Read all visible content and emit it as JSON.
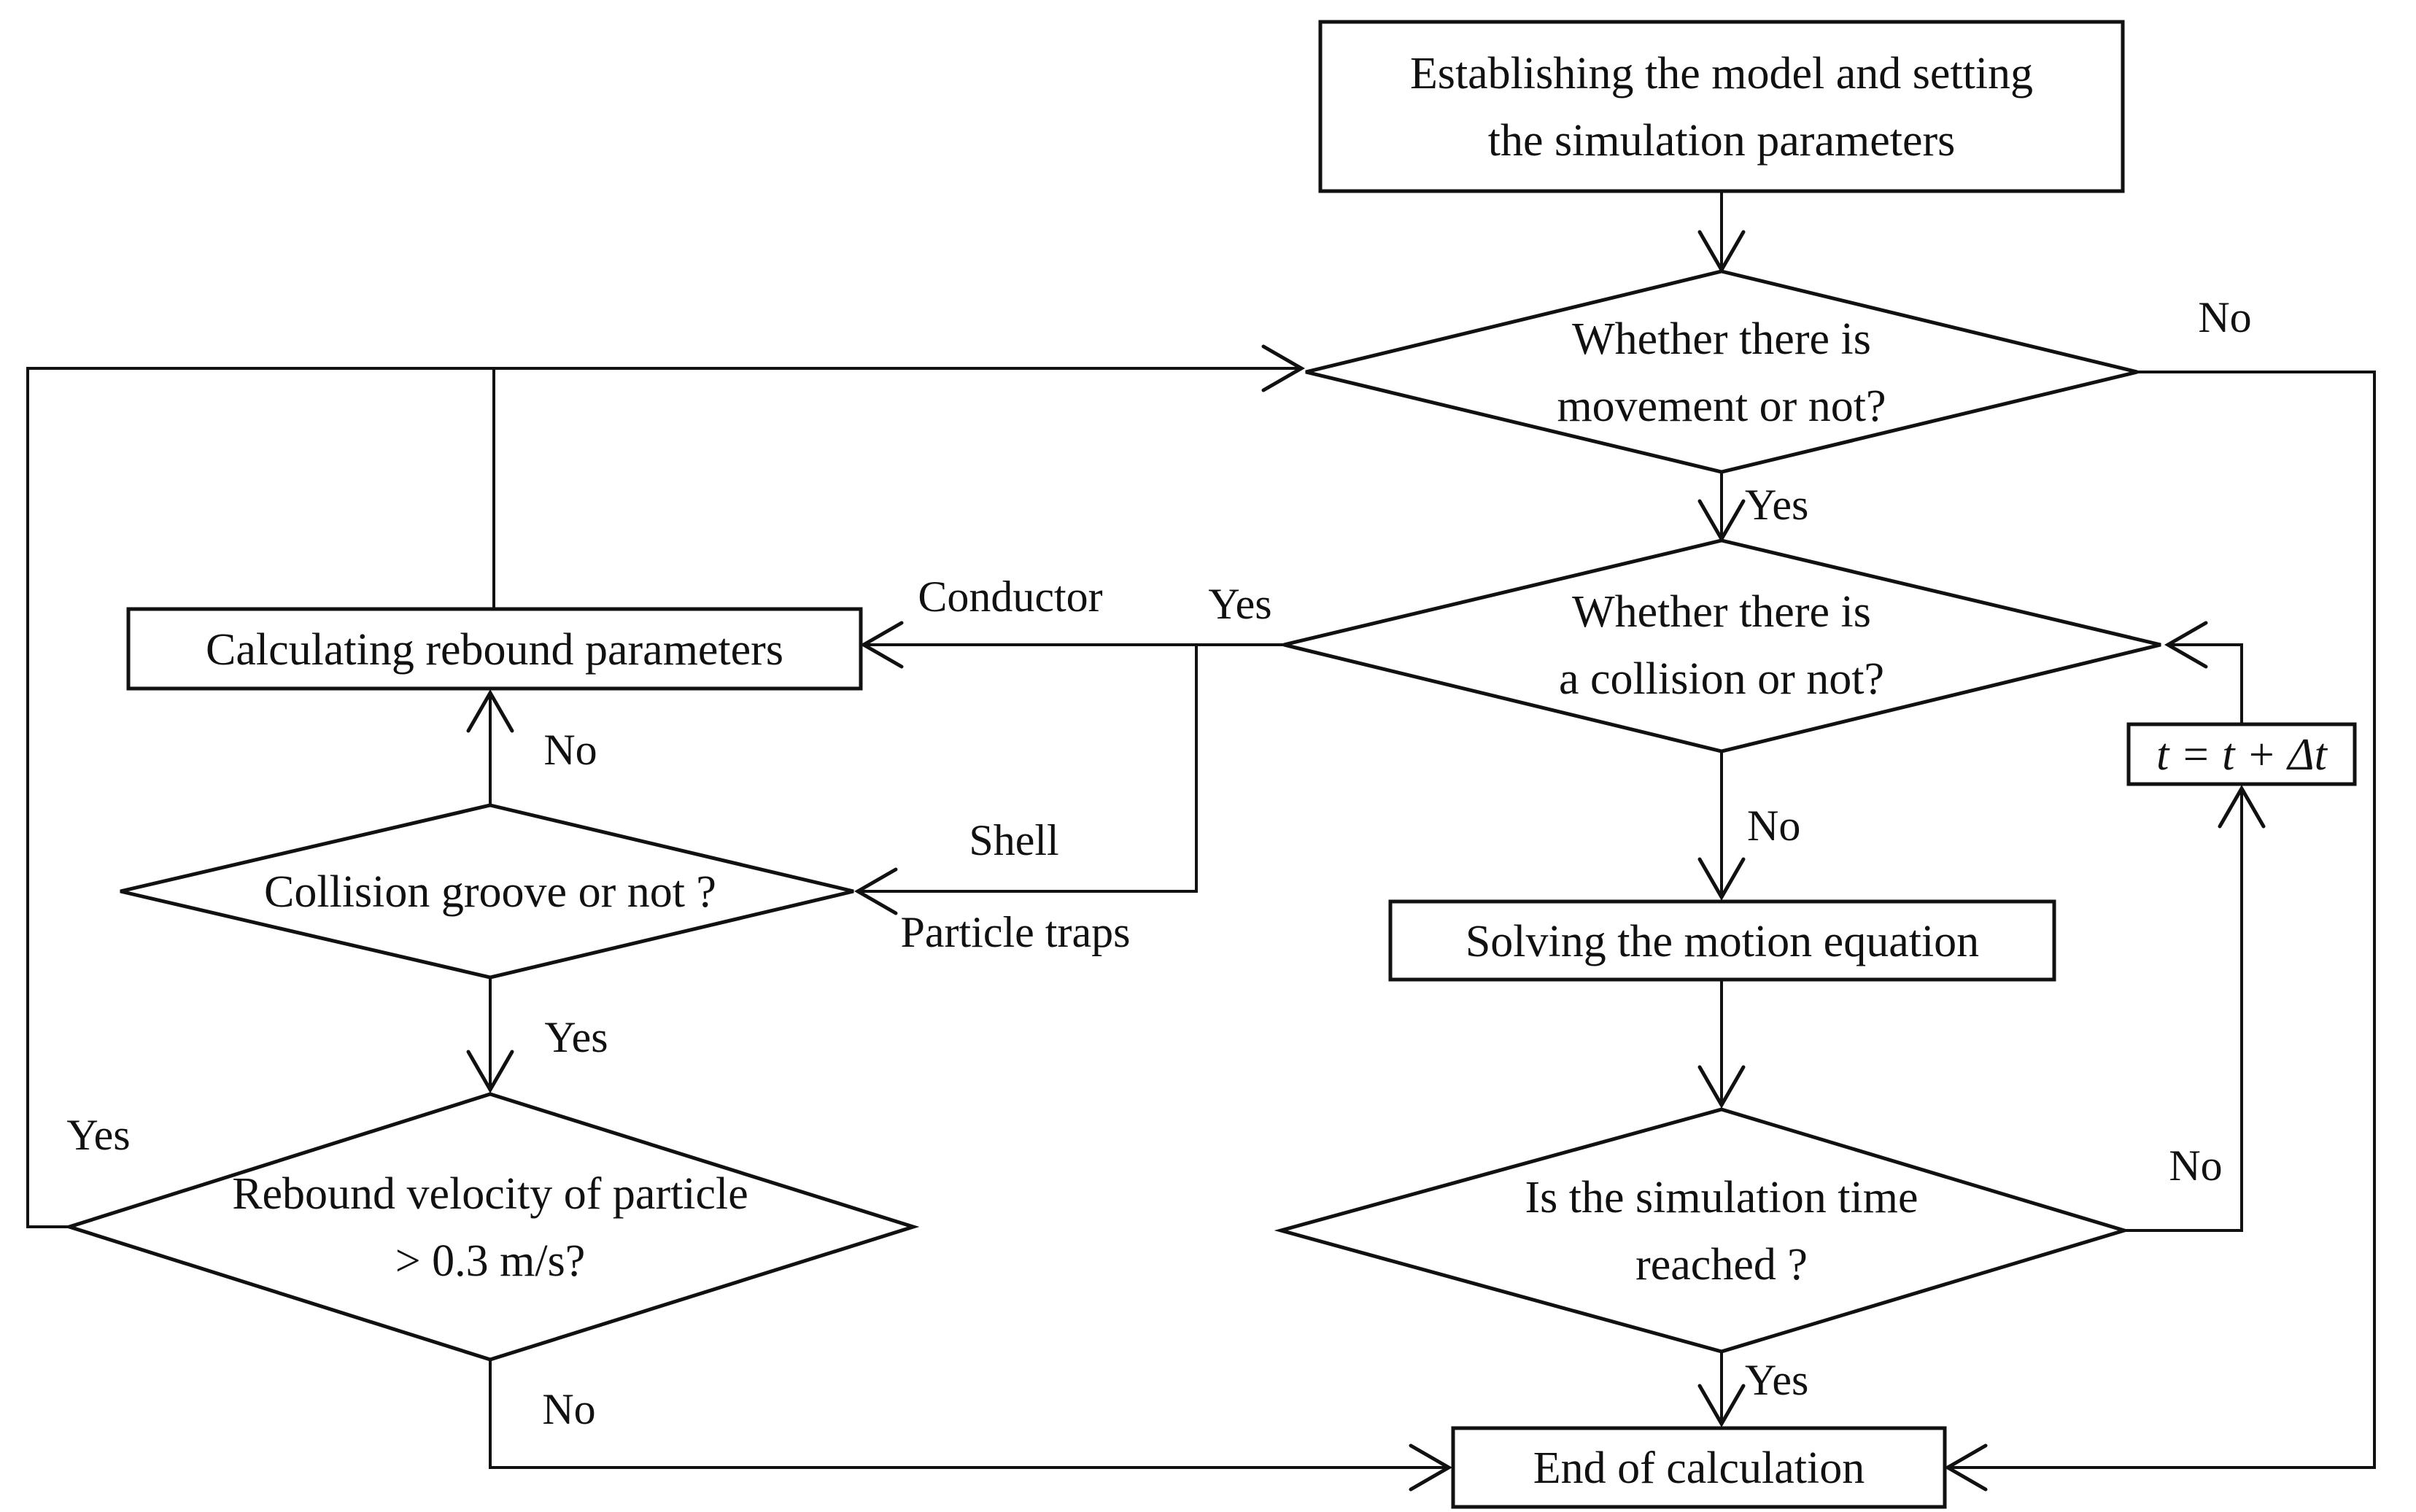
{
  "diagram": {
    "background_color": "#ffffff",
    "line_color": "#111111",
    "nodes": {
      "establish_model": {
        "type": "process",
        "lines": [
          "Establishing the model and setting",
          "the simulation parameters"
        ]
      },
      "movement_check": {
        "type": "decision",
        "lines": [
          "Whether there is",
          "movement or not?"
        ]
      },
      "collision_check": {
        "type": "decision",
        "lines": [
          "Whether there is",
          "a collision or not?"
        ]
      },
      "rebound_parameters": {
        "type": "process",
        "lines": [
          "Calculating rebound parameters"
        ]
      },
      "collision_groove_check": {
        "type": "decision",
        "lines": [
          "Collision groove or not ?"
        ]
      },
      "rebound_velocity_check": {
        "type": "decision",
        "lines": [
          "Rebound velocity of particle",
          "> 0.3 m/s?"
        ]
      },
      "solve_motion": {
        "type": "process",
        "lines": [
          "Solving the motion equation"
        ]
      },
      "time_reached_check": {
        "type": "decision",
        "lines": [
          "Is the simulation time",
          "reached ?"
        ]
      },
      "time_increment": {
        "type": "process",
        "lines": [
          "t = t + Δt"
        ]
      },
      "end_calculation": {
        "type": "process",
        "lines": [
          "End of calculation"
        ]
      }
    },
    "edge_labels": {
      "movement_no": "No",
      "movement_yes": "Yes",
      "collision_yes": "Yes",
      "collision_conductor": "Conductor",
      "collision_no": "No",
      "groove_shell": "Shell",
      "groove_particle_traps": "Particle traps",
      "groove_no": "No",
      "groove_yes": "Yes",
      "velocity_yes": "Yes",
      "velocity_no": "No",
      "time_no": "No",
      "time_yes": "Yes"
    }
  }
}
